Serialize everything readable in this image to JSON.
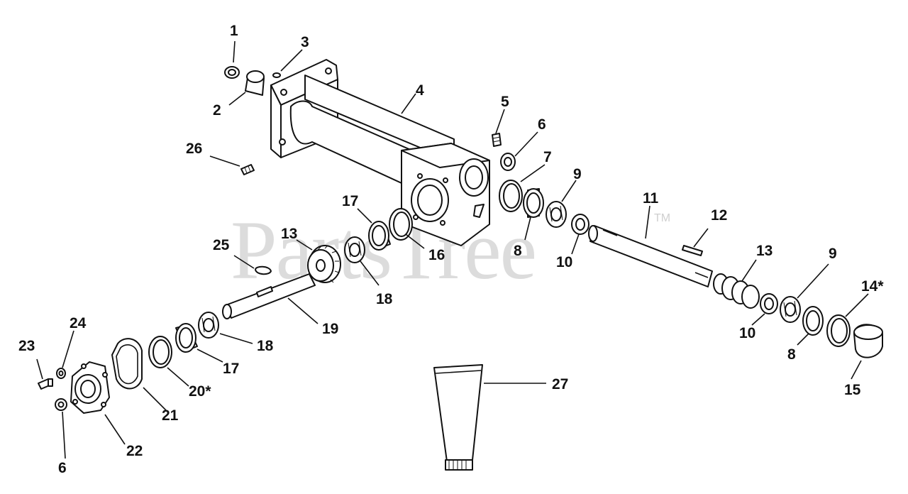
{
  "watermark": {
    "text": "PartsTree",
    "trademark": "TM"
  },
  "callouts": [
    "1",
    "2",
    "3",
    "4",
    "5",
    "6",
    "7",
    "8",
    "9",
    "10",
    "11",
    "12",
    "13",
    "14*",
    "15",
    "16",
    "17",
    "18",
    "19",
    "20*",
    "21",
    "22",
    "23",
    "24",
    "25",
    "26",
    "27"
  ]
}
